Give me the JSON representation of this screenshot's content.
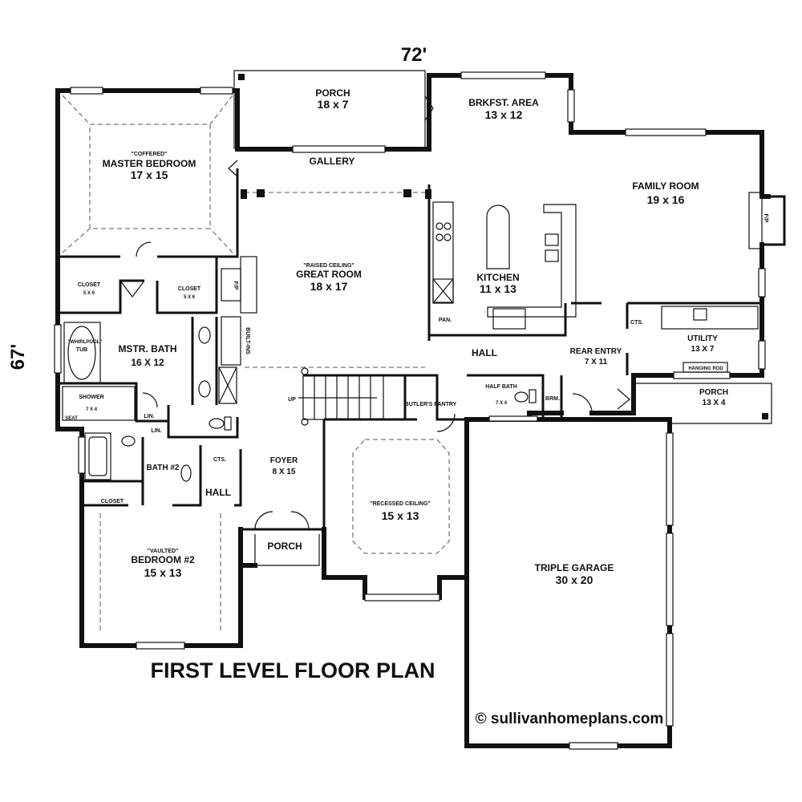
{
  "dimensions": {
    "width_label": "72'",
    "depth_label": "67'"
  },
  "title": "FIRST LEVEL FLOOR PLAN",
  "credit": "© sullivanhomeplans.com",
  "rooms": {
    "porch_front": {
      "name": "PORCH",
      "size": "18 x 7"
    },
    "brkfst_area": {
      "name": "BRKFST. AREA",
      "size": "13 x 12"
    },
    "family_room": {
      "name": "FAMILY ROOM",
      "size": "19 x 16"
    },
    "master_bedroom": {
      "note": "\"COFFERED\"",
      "name": "MASTER BEDROOM",
      "size": "17 x 15"
    },
    "gallery": {
      "name": "GALLERY"
    },
    "great_room": {
      "note": "\"RAISED CEILING\"",
      "name": "GREAT ROOM",
      "size": "18 x 17"
    },
    "kitchen": {
      "name": "KITCHEN",
      "size": "11 x 13"
    },
    "closet_1": {
      "name": "CLOSET",
      "size": "5 X 6"
    },
    "closet_2": {
      "name": "CLOSET",
      "size": "5 X 6"
    },
    "whirlpool": {
      "note": "\"WHIRLPOOL\"",
      "name": "TUB"
    },
    "mstr_bath": {
      "name": "MSTR. BATH",
      "size": "16 X 12"
    },
    "shower": {
      "name": "SHOWER",
      "size": "7 X 4"
    },
    "seat": {
      "name": "SEAT"
    },
    "lin_1": {
      "name": "LIN."
    },
    "lin_2": {
      "name": "LIN."
    },
    "built_ins": {
      "name": "BUILT-INS"
    },
    "fp_great": {
      "name": "F/P"
    },
    "fp_family": {
      "name": "F/P"
    },
    "pan": {
      "name": "PAN."
    },
    "hall_center": {
      "name": "HALL"
    },
    "rear_entry": {
      "name": "REAR ENTRY",
      "size": "7 X 11"
    },
    "cts_utility": {
      "name": "CTS."
    },
    "utility": {
      "name": "UTILITY",
      "size": "13 X 7"
    },
    "hanging_rod": {
      "name": "HANGING ROD"
    },
    "half_bath": {
      "name": "HALF BATH",
      "size": "7 X 4"
    },
    "brm": {
      "name": "BRM."
    },
    "porch_rear": {
      "name": "PORCH",
      "size": "13 X 4"
    },
    "butlers_pantry": {
      "name": "BUTLER'S PANTRY"
    },
    "up": {
      "name": "UP"
    },
    "bath_2": {
      "name": "BATH #2"
    },
    "cts_hall": {
      "name": "CTS."
    },
    "hall_left": {
      "name": "HALL"
    },
    "foyer": {
      "name": "FOYER",
      "size": "8 X 15"
    },
    "dining": {
      "note": "\"RECESSED CEILING\"",
      "size": "15 x 13"
    },
    "closet_3": {
      "name": "CLOSET"
    },
    "bedroom_2": {
      "note": "\"VAULTED\"",
      "name": "BEDROOM #2",
      "size": "15 x 13"
    },
    "porch_entry": {
      "name": "PORCH"
    },
    "garage": {
      "name": "TRIPLE GARAGE",
      "size": "30 x 20"
    }
  }
}
